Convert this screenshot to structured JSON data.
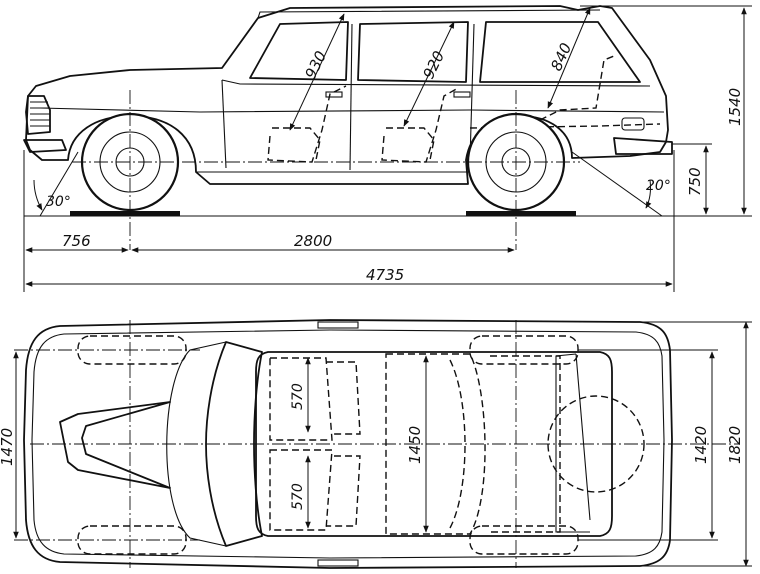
{
  "side_view": {
    "dimensions": {
      "front_overhang": "756",
      "wheelbase": "2800",
      "overall_length": "4735",
      "overall_height": "1540",
      "rear_bumper_height": "750",
      "front_approach_angle": "30°",
      "rear_departure_angle": "20°",
      "front_seat_diagonal": "930",
      "rear_seat_diagonal": "920",
      "cargo_diagonal": "840"
    }
  },
  "top_view": {
    "dimensions": {
      "front_track": "1470",
      "interior_width": "1450",
      "rear_track": "1420",
      "overall_width": "1820",
      "seat_width_left": "570",
      "seat_width_right": "570"
    }
  }
}
